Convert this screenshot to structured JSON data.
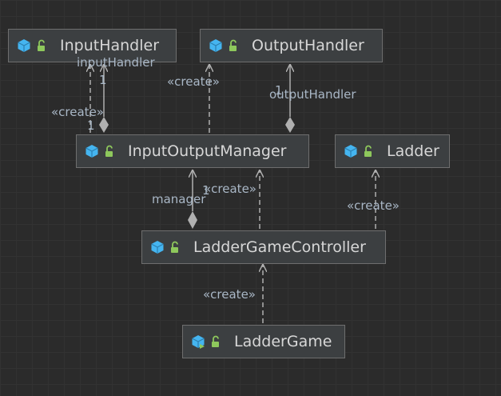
{
  "classes": {
    "input_handler": "InputHandler",
    "output_handler": "OutputHandler",
    "input_output_manager": "InputOutputManager",
    "ladder": "Ladder",
    "ladder_game_controller": "LadderGameController",
    "ladder_game": "LadderGame"
  },
  "labels": {
    "create": "«create»",
    "input_handler_role": "inputHandler",
    "output_handler_role": "outputHandler",
    "manager_role": "manager",
    "one": "1"
  },
  "icons": {
    "class_icon": "class-cube-icon",
    "main_class_icon": "main-class-cube-icon",
    "visibility_icon": "public-lock-icon"
  },
  "colors": {
    "background": "#2b2b2b",
    "grid": "#323232",
    "node_fill": "#3c3f41",
    "node_border": "#6e6e6e",
    "node_text": "#d7d7d7",
    "edge": "#b0b0b0",
    "label": "#a9b7c6",
    "class_icon": "#45b5f0",
    "lock_icon": "#8ec85c"
  }
}
